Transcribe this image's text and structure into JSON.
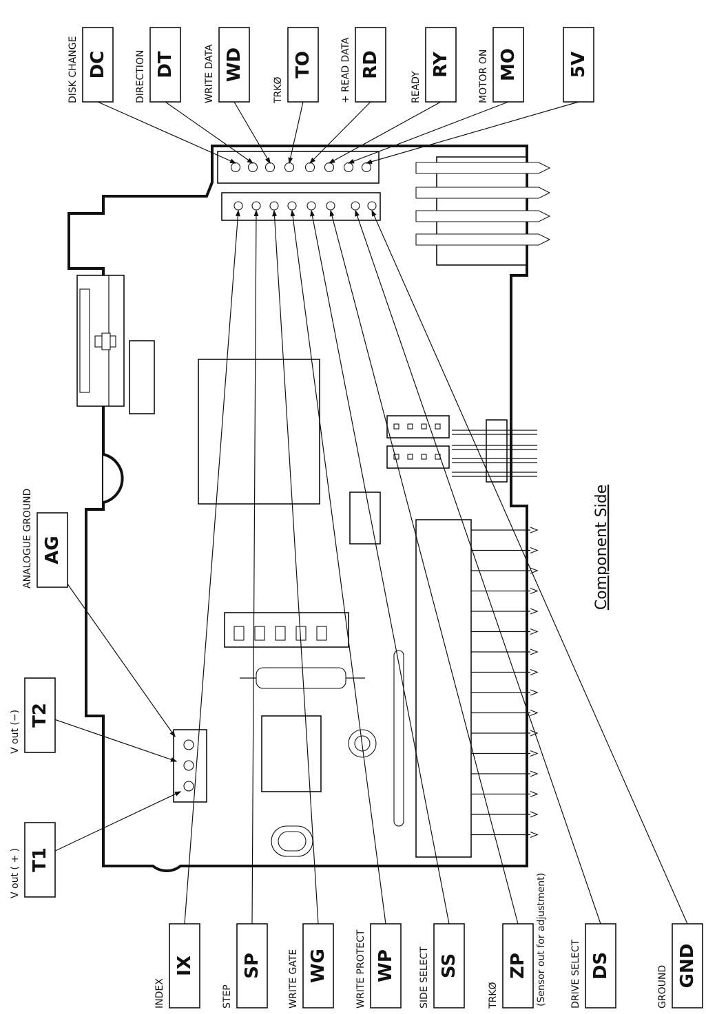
{
  "title": "Component Side",
  "top_signals": [
    {
      "code": "DC",
      "caption": "DISK CHANGE"
    },
    {
      "code": "DT",
      "caption": "DIRECTION"
    },
    {
      "code": "WD",
      "caption": "WRITE DATA"
    },
    {
      "code": "TO",
      "caption": "TRKØ"
    },
    {
      "code": "RD",
      "caption": "+ READ DATA"
    },
    {
      "code": "RY",
      "caption": "READY"
    },
    {
      "code": "MO",
      "caption": "MOTOR ON"
    },
    {
      "code": "5V",
      "caption": ""
    }
  ],
  "bottom_signals": [
    {
      "code": "IX",
      "caption": "INDEX",
      "caption2": ""
    },
    {
      "code": "SP",
      "caption": "STEP",
      "caption2": ""
    },
    {
      "code": "WG",
      "caption": "WRITE GATE",
      "caption2": ""
    },
    {
      "code": "WP",
      "caption": "WRITE PROTECT",
      "caption2": ""
    },
    {
      "code": "SS",
      "caption": "SIDE SELECT",
      "caption2": ""
    },
    {
      "code": "ZP",
      "caption": "TRKØ",
      "caption2": "(Sensor out for adjustment)"
    },
    {
      "code": "DS",
      "caption": "DRIVE SELECT",
      "caption2": ""
    },
    {
      "code": "GND",
      "caption": "GROUND",
      "caption2": ""
    }
  ],
  "left_signals": [
    {
      "code": "T1",
      "caption": "V out ( + )"
    },
    {
      "code": "T2",
      "caption": "V out (−)"
    },
    {
      "code": "AG",
      "caption": "ANALOGUE GROUND"
    }
  ]
}
